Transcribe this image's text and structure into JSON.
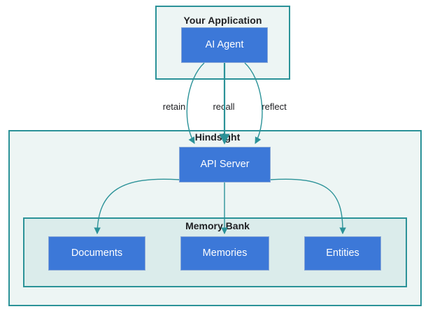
{
  "diagram": {
    "type": "architecture-flow",
    "title_visible": false,
    "groups": [
      {
        "id": "your-application",
        "label": "Your Application",
        "nodes": [
          "AI Agent"
        ]
      },
      {
        "id": "hindsight",
        "label": "Hindsight",
        "nodes": [
          "API Server"
        ]
      },
      {
        "id": "memory-bank",
        "label": "Memory Bank",
        "nodes": [
          "Documents",
          "Memories",
          "Entities"
        ]
      }
    ],
    "nodes": {
      "ai_agent": "AI Agent",
      "api_server": "API Server",
      "documents": "Documents",
      "memories": "Memories",
      "entities": "Entities"
    },
    "edge_labels": {
      "retain": "retain",
      "recall": "recall",
      "reflect": "reflect"
    },
    "edges": [
      {
        "from": "AI Agent",
        "to": "API Server",
        "label": "retain"
      },
      {
        "from": "AI Agent",
        "to": "API Server",
        "label": "recall"
      },
      {
        "from": "AI Agent",
        "to": "API Server",
        "label": "reflect"
      },
      {
        "from": "API Server",
        "to": "Documents",
        "label": ""
      },
      {
        "from": "API Server",
        "to": "Memories",
        "label": ""
      },
      {
        "from": "API Server",
        "to": "Entities",
        "label": ""
      }
    ],
    "colors": {
      "node_fill": "#3c78d8",
      "node_text": "#ffffff",
      "group_border": "#2b9298",
      "group_fill": "#edf5f4",
      "inner_group_fill": "#dbeceb",
      "edge_stroke": "#2b9298",
      "label_text": "#202124",
      "page_background": "#ffffff"
    }
  }
}
